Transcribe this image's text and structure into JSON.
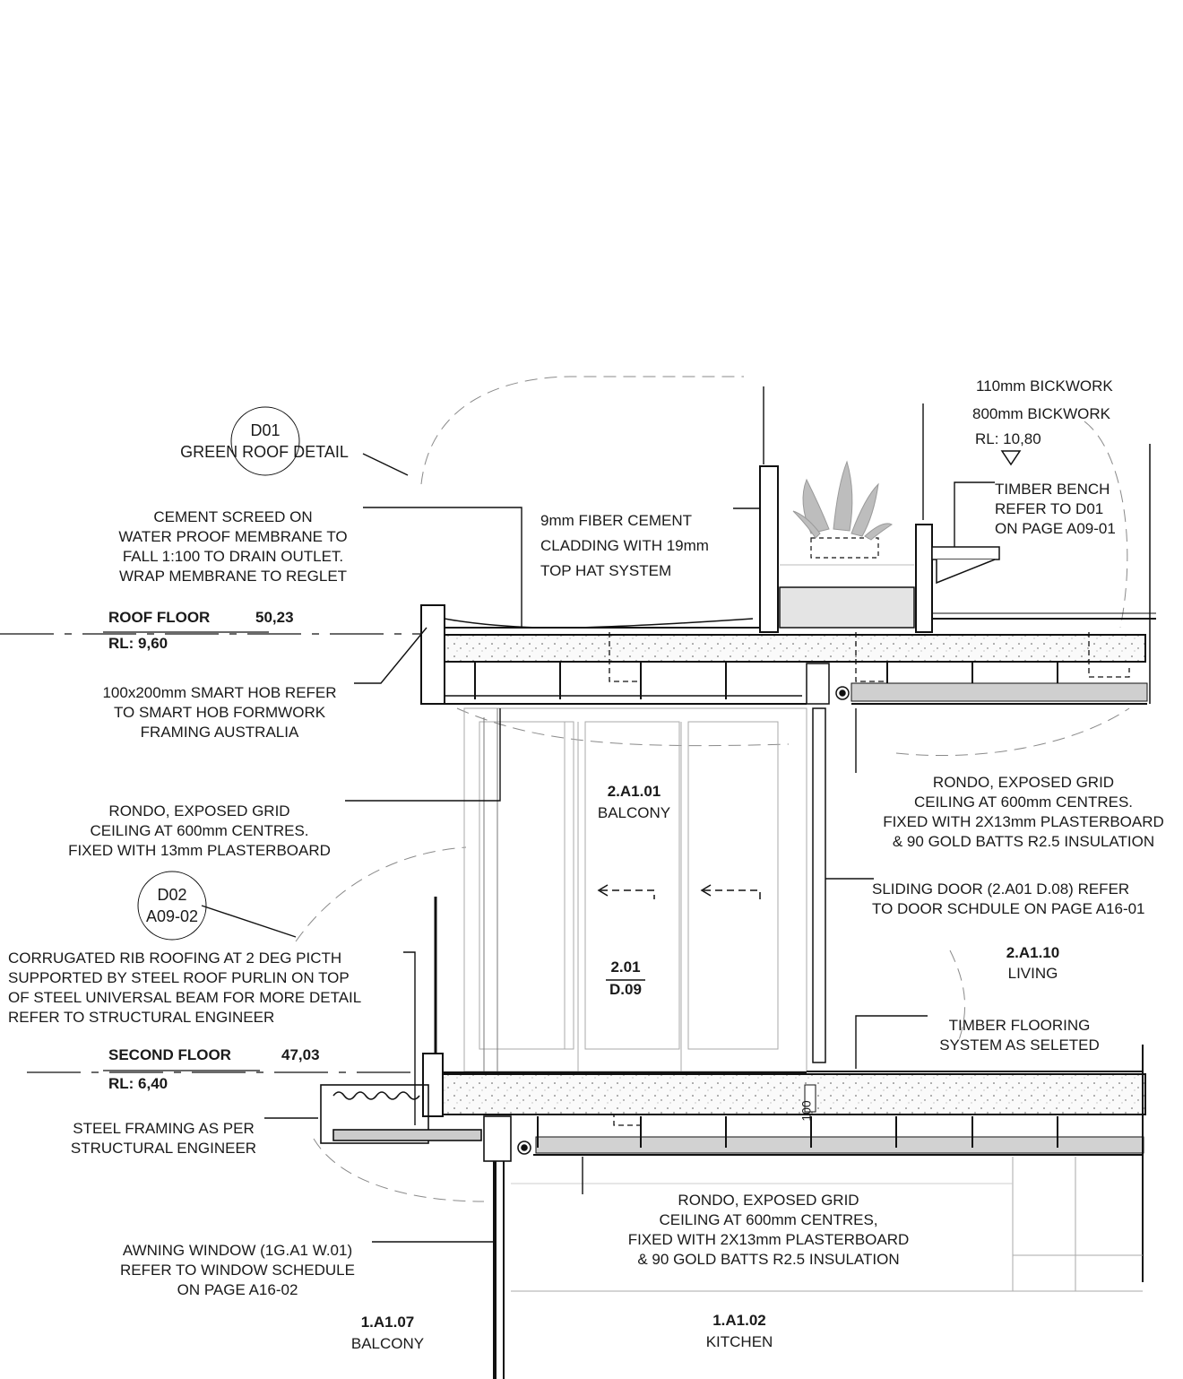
{
  "callouts": {
    "d01_id": "D01",
    "d01_title": "GREEN ROOF DETAIL",
    "d02_id": "D02",
    "d02_ref": "A09-02"
  },
  "levels": {
    "roof_name": "ROOF FLOOR",
    "roof_value": "50,23",
    "roof_rl": "RL: 9,60",
    "second_name": "SECOND FLOOR",
    "second_value": "47,03",
    "second_rl": "RL: 6,40"
  },
  "notes": {
    "brick_110": "110mm BICKWORK",
    "brick_800": "800mm BICKWORK",
    "rl_bench": "RL: 10,80",
    "timber_bench": "TIMBER BENCH\nREFER TO D01\nON PAGE A09-01",
    "fiber_cement": "9mm FIBER CEMENT\nCLADDING WITH 19mm\nTOP HAT SYSTEM",
    "cement_screed": "CEMENT SCREED ON\nWATER PROOF MEMBRANE TO\nFALL 1:100 TO DRAIN OUTLET.\nWRAP MEMBRANE TO REGLET",
    "smart_hob": "100x200mm SMART HOB REFER\nTO SMART HOB FORMWORK\nFRAMING AUSTRALIA",
    "rondo_13": "RONDO, EXPOSED GRID\nCEILING AT 600mm CENTRES.\nFIXED WITH 13mm PLASTERBOARD",
    "rondo_right": "RONDO, EXPOSED GRID\nCEILING AT 600mm CENTRES.\nFIXED WITH 2X13mm PLASTERBOARD\n& 90 GOLD BATTS R2.5 INSULATION",
    "sliding_door": "SLIDING DOOR (2.A01 D.08) REFER\nTO DOOR SCHDULE ON PAGE A16-01",
    "corrugated": "CORRUGATED RIB ROOFING AT 2 DEG PICTH\nSUPPORTED BY STEEL ROOF PURLIN ON TOP\nOF STEEL UNIVERSAL BEAM FOR MORE DETAIL\nREFER TO STRUCTURAL ENGINEER",
    "timber_flooring": "TIMBER FLOORING\nSYSTEM AS SELETED",
    "steel_framing": "STEEL FRAMING AS PER\nSTRUCTURAL ENGINEER",
    "rondo_bottom": "RONDO, EXPOSED GRID\nCEILING AT 600mm CENTRES,\nFIXED WITH 2X13mm PLASTERBOARD\n& 90 GOLD BATTS R2.5 INSULATION",
    "awning": "AWNING WINDOW (1G.A1 W.01)\nREFER TO WINDOW SCHEDULE\nON PAGE A16-02",
    "dim_100": "100"
  },
  "rooms": {
    "balcony_2_code": "2.A1.01",
    "balcony_2_name": "BALCONY",
    "living_code": "2.A1.10",
    "living_name": "LIVING",
    "door_tag_top": "2.01",
    "door_tag_bottom": "D.09",
    "balcony_1_code": "1.A1.07",
    "balcony_1_name": "BALCONY",
    "kitchen_code": "1.A1.02",
    "kitchen_name": "KITCHEN"
  }
}
